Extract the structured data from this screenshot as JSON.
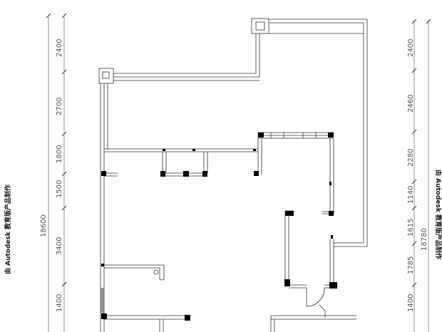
{
  "watermark": {
    "left": "由 Autodesk 教育版产品制作",
    "right": "由 Autodesk 教育版产品制作"
  },
  "dims_left": {
    "total": "18600",
    "segments": [
      "2400",
      "2700",
      "1800",
      "1500",
      "3400",
      "1400"
    ]
  },
  "dims_right": {
    "total": "18780",
    "segments": [
      "2400",
      "2460",
      "2280",
      "1140",
      "1615",
      "1785",
      "1400"
    ]
  }
}
